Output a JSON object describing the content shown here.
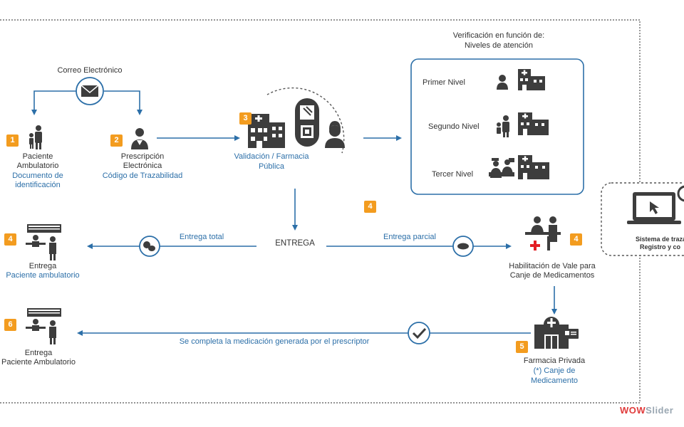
{
  "email": {
    "label": "Correo Electrónico"
  },
  "step1": {
    "number": "1",
    "label_1": "Paciente",
    "label_2": "Ambulatorio",
    "doc_1": "Documento de",
    "doc_2": "identificación"
  },
  "step2": {
    "number": "2",
    "label_1": "Prescripción",
    "label_2": "Electrónica",
    "code": "Código de Trazabilidad"
  },
  "step3": {
    "number": "3",
    "label_1": "Validación / Farmacia",
    "label_2": "Pública"
  },
  "verification": {
    "title_1": "Verificación en función de:",
    "title_2": "Niveles de atención",
    "levels": [
      "Primer Nivel",
      "Segundo Nivel",
      "Tercer Nivel"
    ]
  },
  "system": {
    "line_1": "Sistema de traza",
    "line_2": "Registro y co"
  },
  "delivery": {
    "center": "ENTREGA",
    "total": "Entrega total",
    "partial": "Entrega parcial",
    "partial_number": "4"
  },
  "step4_left": {
    "number": "4",
    "label_1": "Entrega",
    "label_2": "Paciente ambulatorio"
  },
  "step4_right": {
    "number": "4",
    "label_1": "Habilitación de Vale para",
    "label_2": "Canje de Medicamentos"
  },
  "step5": {
    "number": "5",
    "label_1": "Farmacia Privada",
    "label_2": "(*) Canje de",
    "label_3": "Medicamento"
  },
  "step6": {
    "number": "6",
    "label_1": "Entrega",
    "label_2": "Paciente Ambulatorio"
  },
  "complete": {
    "label": "Se completa la medicación generada por el prescriptor"
  },
  "watermark": {
    "part1": "WOW",
    "part2": "Slider"
  },
  "colors": {
    "arrow": "#2c6fa8",
    "badge": "#f39c1f",
    "icon": "#3d3d3d",
    "border": "#555555"
  }
}
